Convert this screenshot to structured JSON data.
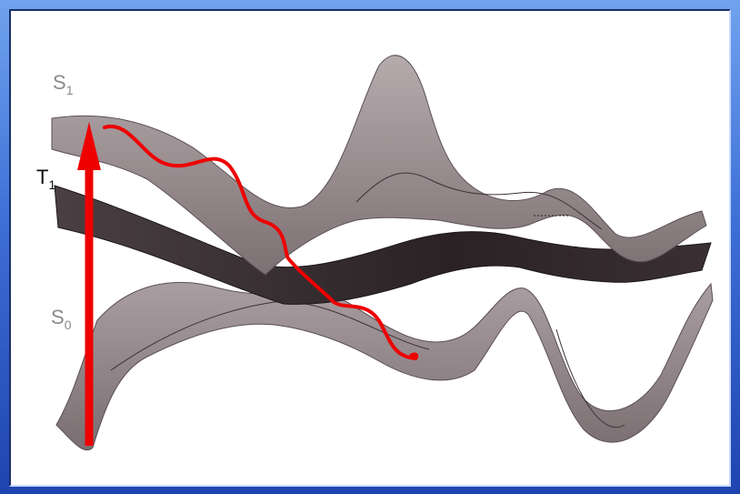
{
  "labels": {
    "s1": {
      "main": "S",
      "sub": "1"
    },
    "t1": {
      "main": "T",
      "sub": "1"
    },
    "s0": {
      "main": "S",
      "sub": "0"
    }
  },
  "colors": {
    "background_top": "#6fa3ee",
    "background_bottom": "#1f44b0",
    "surface_gray": "#8f8286",
    "surface_dark": "#2f2628",
    "path_red": "#ee0000"
  }
}
